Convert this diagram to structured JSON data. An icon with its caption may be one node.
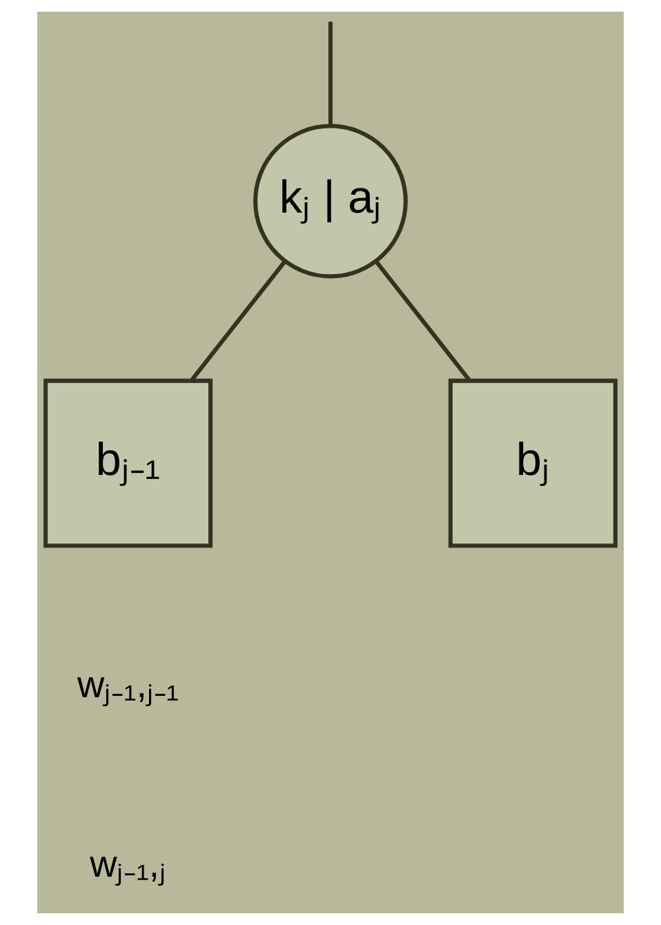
{
  "diagram": {
    "nodes": [
      {
        "text": [
          "kⱼ | aⱼ"
        ]
      },
      {
        "text": [
          "bⱼ₋₁"
        ]
      },
      {
        "text": [
          "bⱼ"
        ]
      }
    ],
    "edges": [
      {
        "from": null,
        "to": 0,
        "arrow": "none"
      },
      {
        "from": 0,
        "to": 1,
        "arrow": "none"
      },
      {
        "from": 0,
        "to": 2,
        "arrow": "none"
      }
    ],
    "labels": [
      "wⱼ₋₁,ⱼ₋₁",
      "wⱼ₋₁,ⱼ"
    ]
  }
}
